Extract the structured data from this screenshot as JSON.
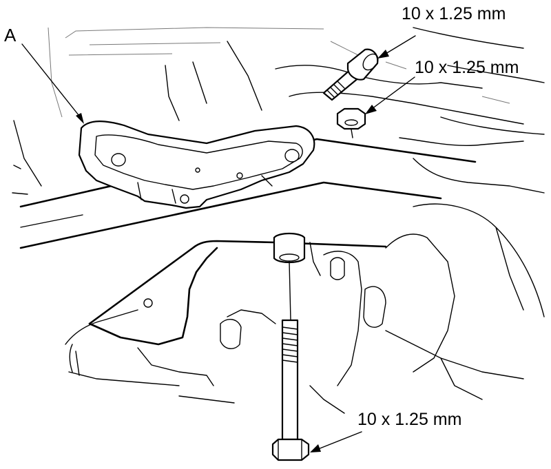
{
  "labels": {
    "part_a": "A",
    "bolt_upper": "10 x 1.25 mm",
    "nut_upper": "10 x 1.25 mm",
    "bolt_lower": "10 x 1.25 mm"
  },
  "colors": {
    "line": "#000000",
    "background": "#ffffff"
  }
}
